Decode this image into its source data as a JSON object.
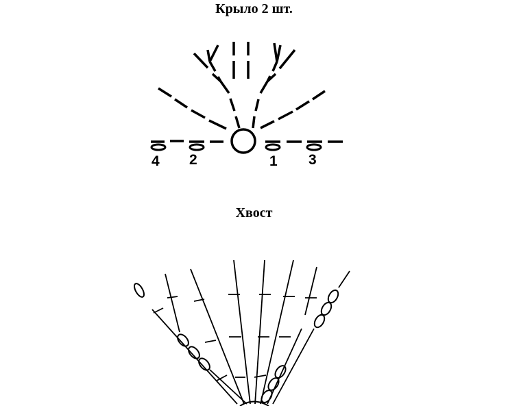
{
  "wing": {
    "title": "Крыло 2 шт.",
    "row_numbers": [
      "4",
      "2",
      "1",
      "3"
    ]
  },
  "tail": {
    "title": "Хвост"
  },
  "colors": {
    "ink": "#000000",
    "background": "#ffffff"
  }
}
